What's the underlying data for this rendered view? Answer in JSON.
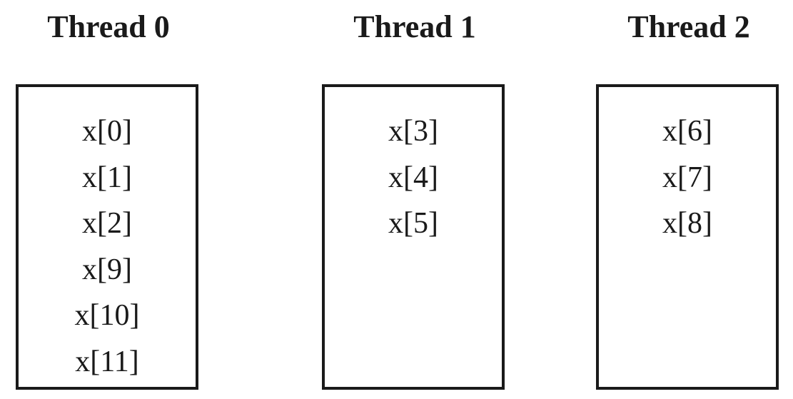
{
  "threads": [
    {
      "title": "Thread 0",
      "elements": [
        "x[0]",
        "x[1]",
        "x[2]",
        "x[9]",
        "x[10]",
        "x[11]"
      ]
    },
    {
      "title": "Thread 1",
      "elements": [
        "x[3]",
        "x[4]",
        "x[5]"
      ]
    },
    {
      "title": "Thread 2",
      "elements": [
        "x[6]",
        "x[7]",
        "x[8]"
      ]
    }
  ]
}
